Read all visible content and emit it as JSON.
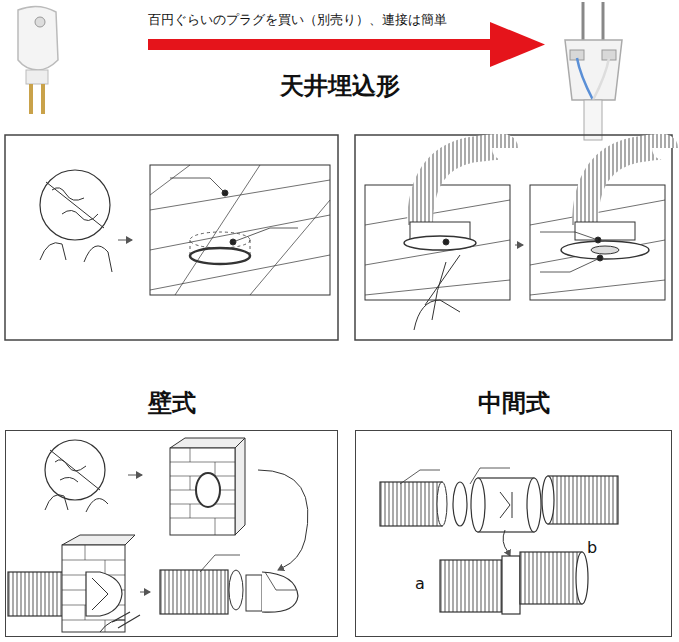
{
  "diagram": {
    "nodes": [
      {
        "text": [
          "壁式"
        ]
      },
      {
        "text": [
          "中間式"
        ]
      }
    ],
    "labels": [
      "百円ぐらいのプラグを買い（別売り）、連接は簡単",
      "天井埋込形",
      "a",
      "b"
    ]
  }
}
